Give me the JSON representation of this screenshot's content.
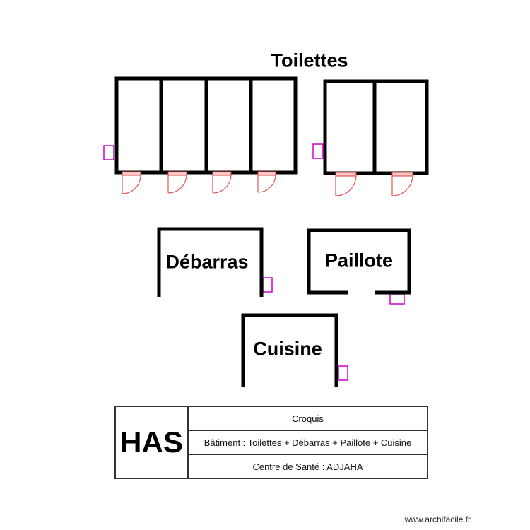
{
  "plan": {
    "title": "Toilettes",
    "rooms": [
      {
        "name": "Débarras"
      },
      {
        "name": "Paillote"
      },
      {
        "name": "Cuisine"
      }
    ]
  },
  "title_block": {
    "logo": "HAS",
    "rows": [
      "Croquis",
      "Bâtiment : Toilettes + Débarras + Paillote + Cuisine",
      "Centre de Santé : ADJAHA"
    ]
  },
  "watermark": "www.archifacile.fr",
  "colors": {
    "wall": "#000000",
    "door": "#e53935",
    "door_fill": "#f8c8c8",
    "window": "#cc00cc"
  }
}
